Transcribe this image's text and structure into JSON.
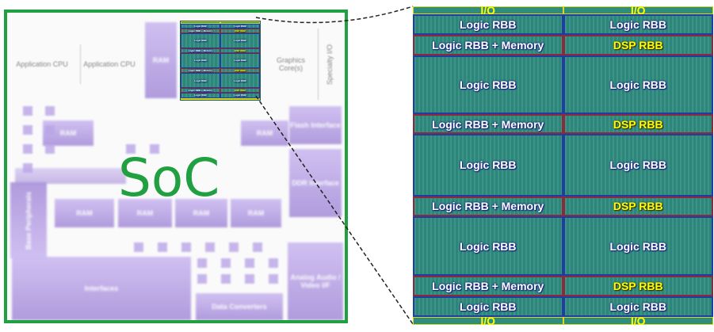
{
  "soc": {
    "title": "SoC",
    "blocks": {
      "cpu1": "Application CPU",
      "cpu2": "Application CPU",
      "ram_top": "RAM",
      "graphics": "Graphics Core(s)",
      "specialty_io": "Specialty I/O",
      "flash": "Flash Interface",
      "ddr": "DDR Interface",
      "ram_left": "RAM",
      "ram_right": "RAM",
      "ram_row": [
        "RAM",
        "RAM",
        "RAM",
        "RAM"
      ],
      "base_peripherals": "Base Peripherals",
      "interfaces": "Interfaces",
      "data_converters": "Data Converters",
      "analog": "Analog Audio / Video I/F"
    }
  },
  "fabric": {
    "io_label": "I/O",
    "rows": [
      {
        "type": "logic",
        "left": "Logic RBB",
        "right": "Logic RBB"
      },
      {
        "type": "mem",
        "left": "Logic RBB + Memory",
        "right": "DSP RBB"
      },
      {
        "type": "logic",
        "left": "Logic RBB",
        "right": "Logic RBB"
      },
      {
        "type": "mem",
        "left": "Logic RBB + Memory",
        "right": "DSP RBB"
      },
      {
        "type": "logic",
        "left": "Logic RBB",
        "right": "Logic RBB"
      },
      {
        "type": "mem",
        "left": "Logic RBB + Memory",
        "right": "DSP RBB"
      },
      {
        "type": "logic",
        "left": "Logic RBB",
        "right": "Logic RBB"
      },
      {
        "type": "mem",
        "left": "Logic RBB + Memory",
        "right": "DSP RBB"
      },
      {
        "type": "logic",
        "left": "Logic RBB",
        "right": "Logic RBB"
      }
    ],
    "colors": {
      "fabric": "#2f8d80",
      "logic_border": "#1f3ea0",
      "memory_border": "#8a2a3a",
      "dsp_text": "#ffff00",
      "soc_border": "#20a040"
    }
  }
}
